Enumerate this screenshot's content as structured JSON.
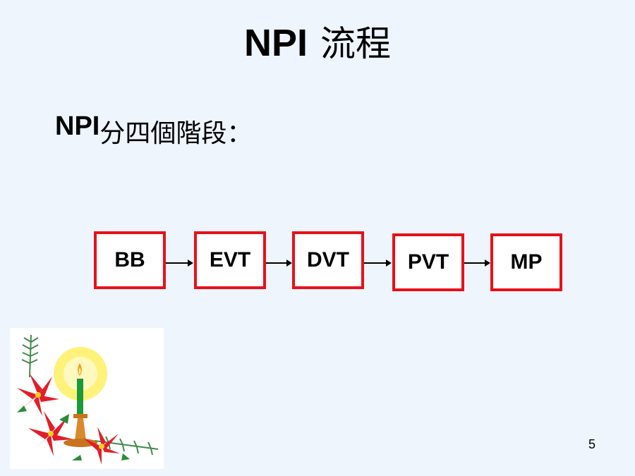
{
  "slide": {
    "title_latin": "NPI",
    "title_cjk": "流程",
    "subtitle_latin": "NPI",
    "subtitle_cjk": "分四個階段：",
    "page_number": "5"
  },
  "flow": {
    "stages": [
      "BB",
      "EVT",
      "DVT",
      "PVT",
      "MP"
    ],
    "box_border_color": "#e8101a",
    "arrow_color": "#000000"
  },
  "decoration": {
    "image": "christmas-candle-poinsettia-clipart"
  }
}
